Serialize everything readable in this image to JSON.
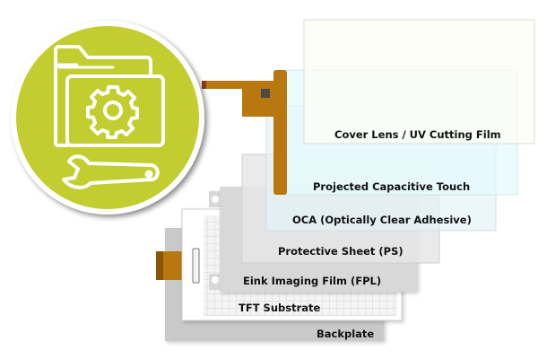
{
  "layers": [
    {
      "label": "Backplate"
    },
    {
      "label": "TFT Substrate"
    },
    {
      "label": "Eink Imaging Film (FPL)"
    },
    {
      "label": "Protective Sheet (PS)"
    },
    {
      "label": "OCA (Optically Clear Adhesive)"
    },
    {
      "label": "Projected Capacitive Touch"
    },
    {
      "label": "Cover Lens / UV Cutting Film"
    }
  ],
  "colors": {
    "badge": "#c2cd2f",
    "fpc": "#b8770f",
    "backplate": "#c9c9c9",
    "fpl": "#d8d8d8",
    "touch": "#e6f9fc",
    "cover": "#fdfdf6"
  },
  "badge": {
    "icons": [
      "folder-icon",
      "gear-icon",
      "wrench-icon"
    ]
  }
}
